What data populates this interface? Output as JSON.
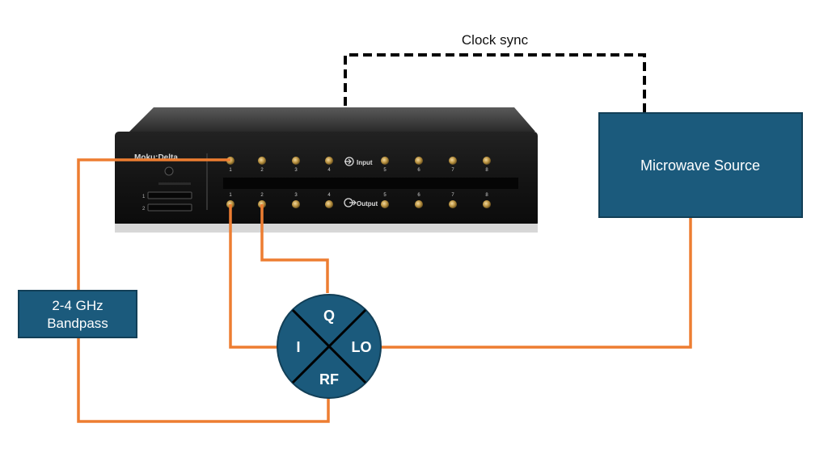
{
  "clock_sync": {
    "label": "Clock sync"
  },
  "device": {
    "brand_label": "Moku:Delta",
    "input_label": "Input",
    "output_label": "Output",
    "input_ports": [
      "1",
      "2",
      "3",
      "4",
      "5",
      "6",
      "7",
      "8"
    ],
    "output_ports": [
      "1",
      "2",
      "3",
      "4",
      "5",
      "6",
      "7",
      "8"
    ],
    "slot_labels": [
      "1",
      "2"
    ]
  },
  "microwave_source": {
    "label": "Microwave Source"
  },
  "bandpass_filter": {
    "line1": "2-4 GHz",
    "line2": "Bandpass"
  },
  "iq_mixer": {
    "q_label": "Q",
    "i_label": "I",
    "lo_label": "LO",
    "rf_label": "RF"
  },
  "colors": {
    "cable": "#ED7D31",
    "box_fill": "#1B5A7C",
    "box_border": "#123F57",
    "device_body": "#171717",
    "clock_line": "#000000"
  }
}
